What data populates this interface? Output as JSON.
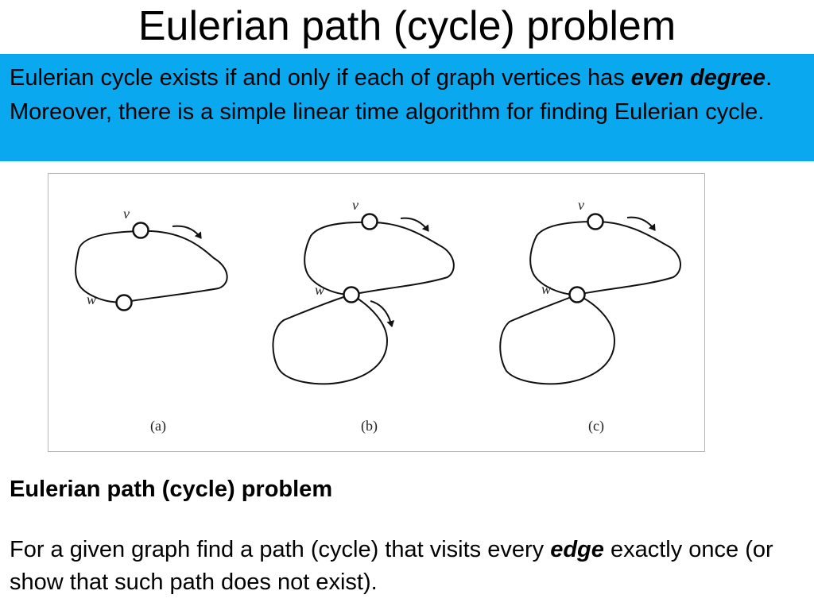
{
  "slide": {
    "title": "Eulerian path (cycle) problem",
    "accent_color": "#0aa8ee"
  },
  "callout": {
    "text_1": "Eulerian cycle exists if and only if each of graph vertices has ",
    "emphasis_1": "even degree",
    "text_2": ". Moreover, there is a simple linear time algorithm for finding Eulerian cycle."
  },
  "figure": {
    "panels": [
      {
        "caption": "(a)",
        "vertex_top": "v",
        "vertex_bottom": "w"
      },
      {
        "caption": "(b)",
        "vertex_top": "v",
        "vertex_bottom": "w"
      },
      {
        "caption": "(c)",
        "vertex_top": "v",
        "vertex_bottom": "w"
      }
    ]
  },
  "section": {
    "heading": "Eulerian path (cycle) problem",
    "text_1": "For a given graph find a path (cycle) that visits every ",
    "emphasis_1": "edge",
    "text_2": " exactly once (or show that such path does not exist)."
  }
}
